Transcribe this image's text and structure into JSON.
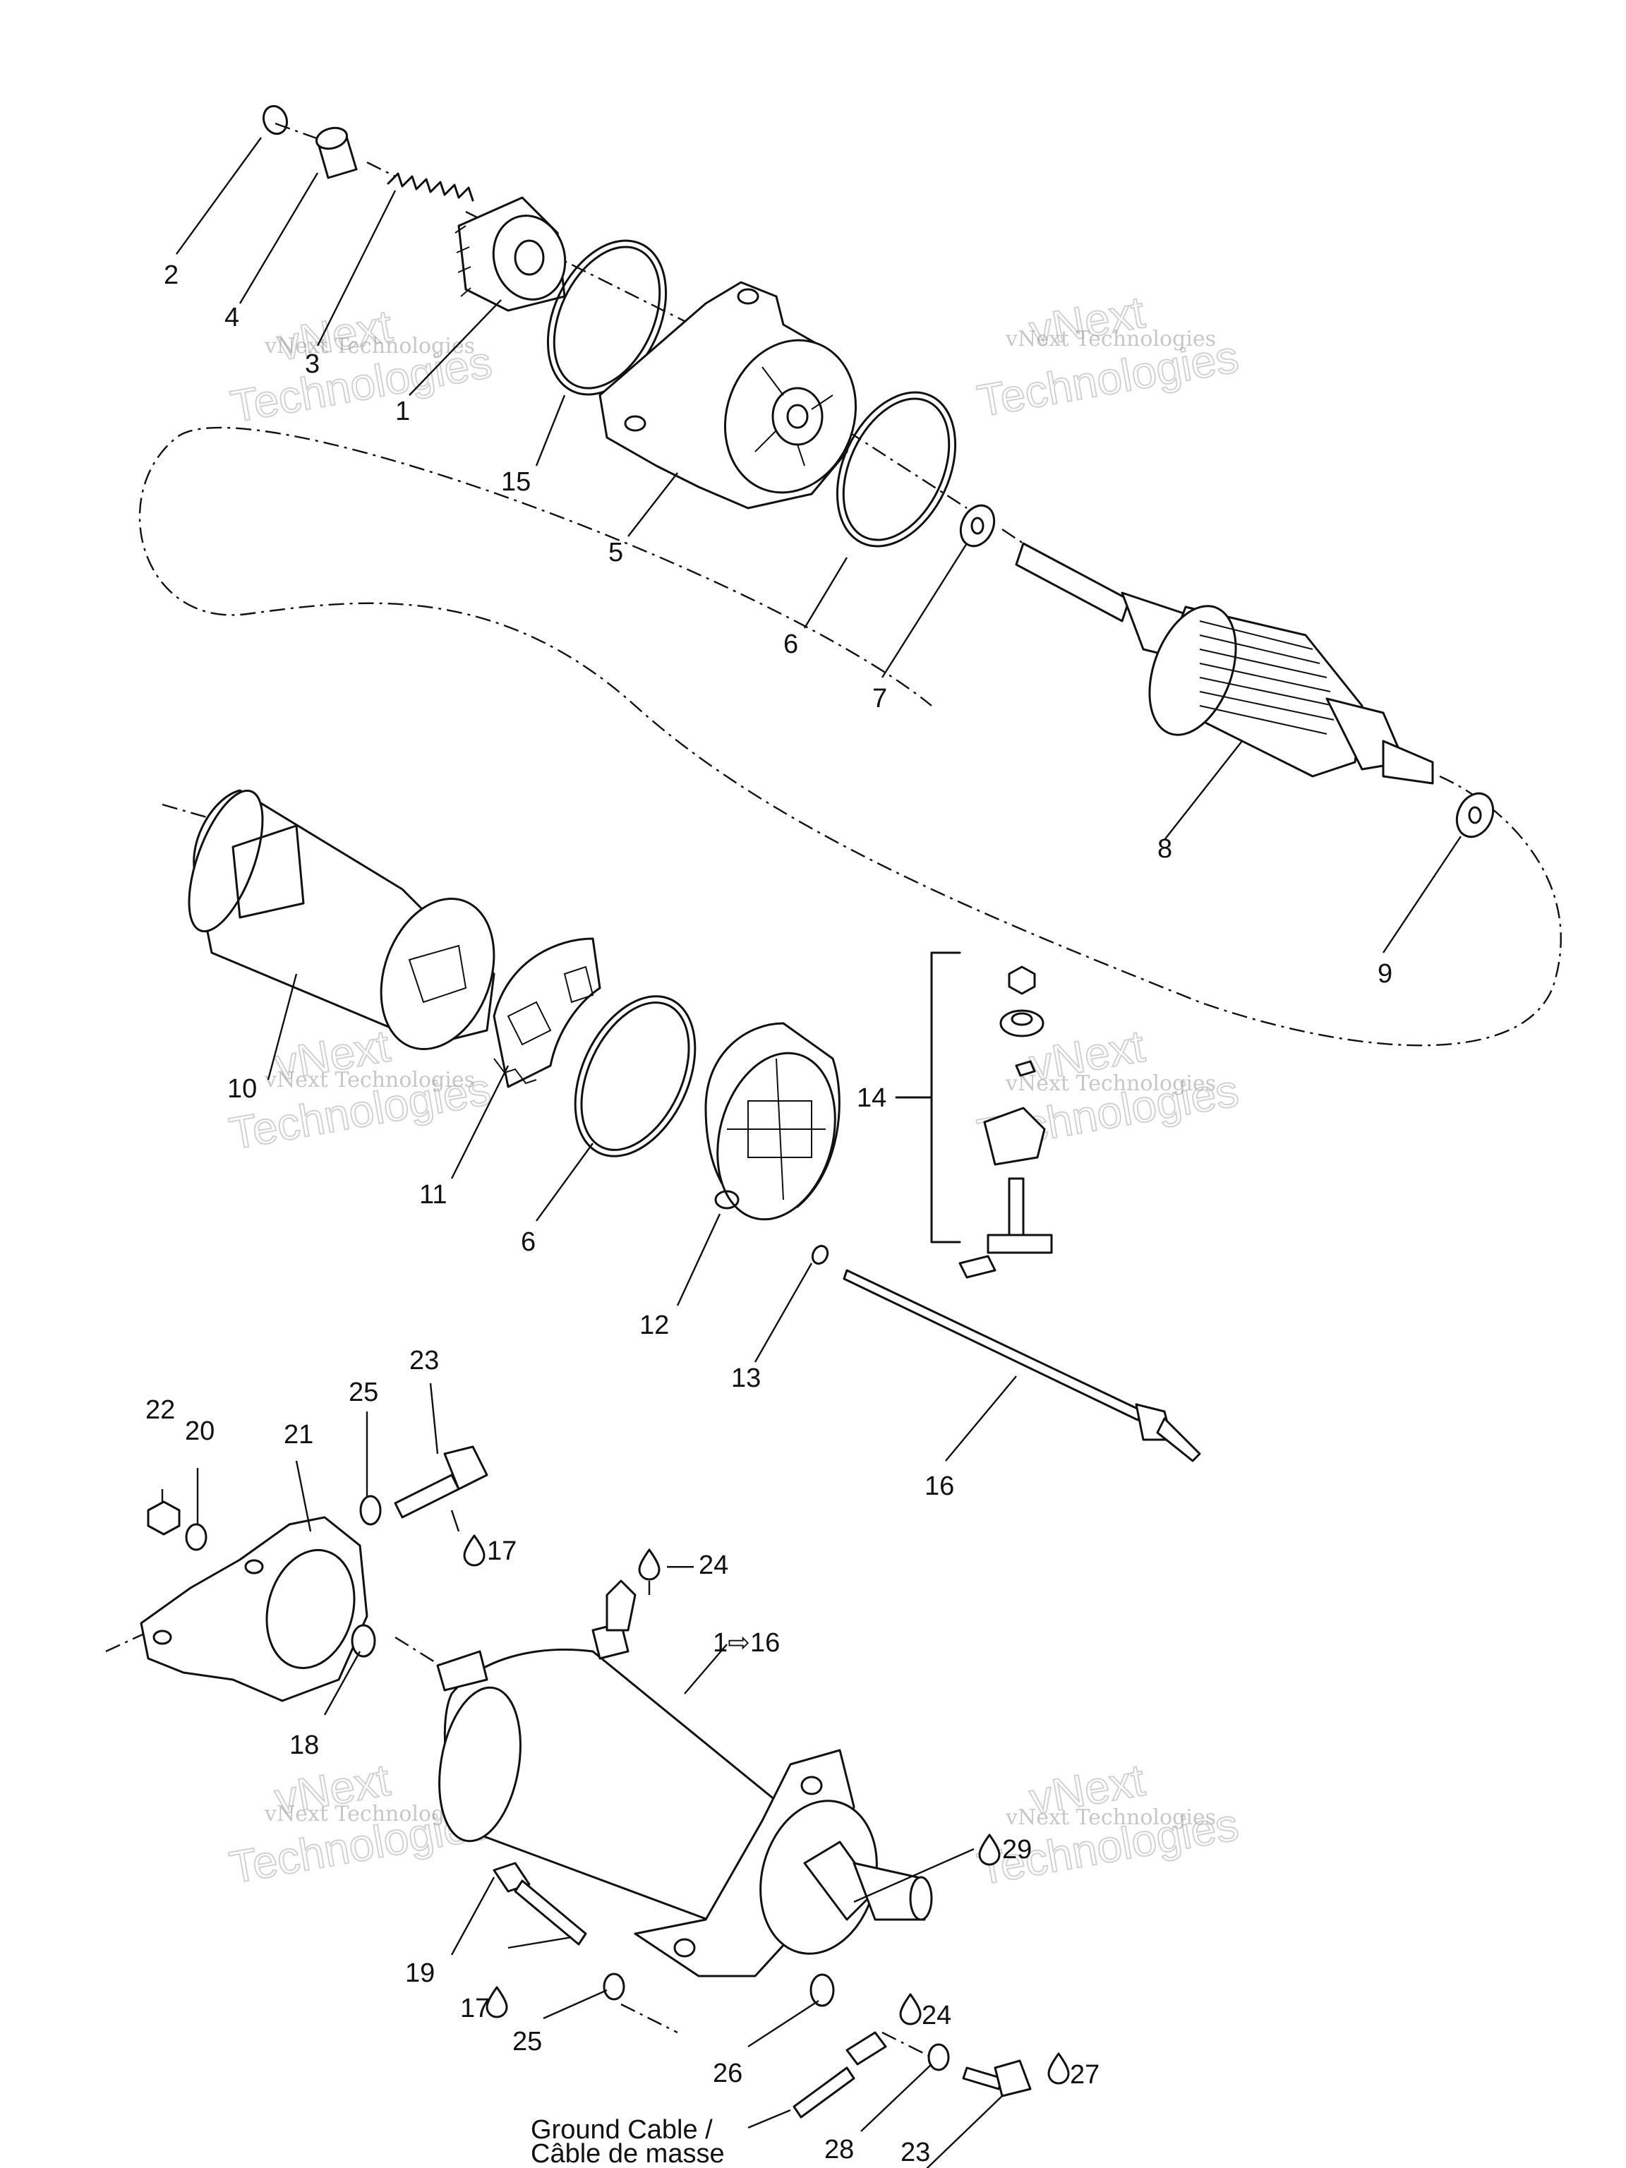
{
  "callouts": {
    "c1": "1",
    "c2": "2",
    "c3": "3",
    "c4": "4",
    "c5": "5",
    "c6a": "6",
    "c6b": "6",
    "c7": "7",
    "c8": "8",
    "c9": "9",
    "c10": "10",
    "c11": "11",
    "c12": "12",
    "c13": "13",
    "c14": "14",
    "c15": "15",
    "c16": "16",
    "c17a": "17",
    "c17b": "17",
    "c18": "18",
    "c19": "19",
    "c20": "20",
    "c21": "21",
    "c22": "22",
    "c23a": "23",
    "c23b": "23",
    "c24a": "24",
    "c24b": "24",
    "c25a": "25",
    "c25b": "25",
    "c26": "26",
    "c27": "27",
    "c28": "28",
    "c29": "29",
    "assembly": "1⇨16",
    "dash24": "—"
  },
  "ground_cable": {
    "line1": "Ground Cable /",
    "line2": "Câble de masse"
  },
  "watermark": {
    "small": "vNext Technologies",
    "big_top": "vNext",
    "big_bottom": "Technologies"
  }
}
